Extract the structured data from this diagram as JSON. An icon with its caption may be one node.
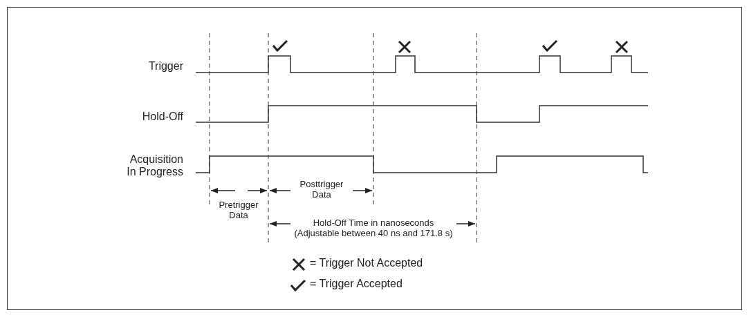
{
  "diagram": {
    "labels": [
      "Trigger",
      "Hold-Off",
      "Acquisition In Progress",
      "Posttrigger Data",
      "Pretrigger Data",
      "Hold-Off Time in nanoseconds",
      "(Adjustable between 40 ns and 171.8 s)"
    ],
    "legend": [
      {
        "text": "= Trigger Not Accepted"
      },
      {
        "text": "= Trigger Accepted"
      }
    ]
  }
}
